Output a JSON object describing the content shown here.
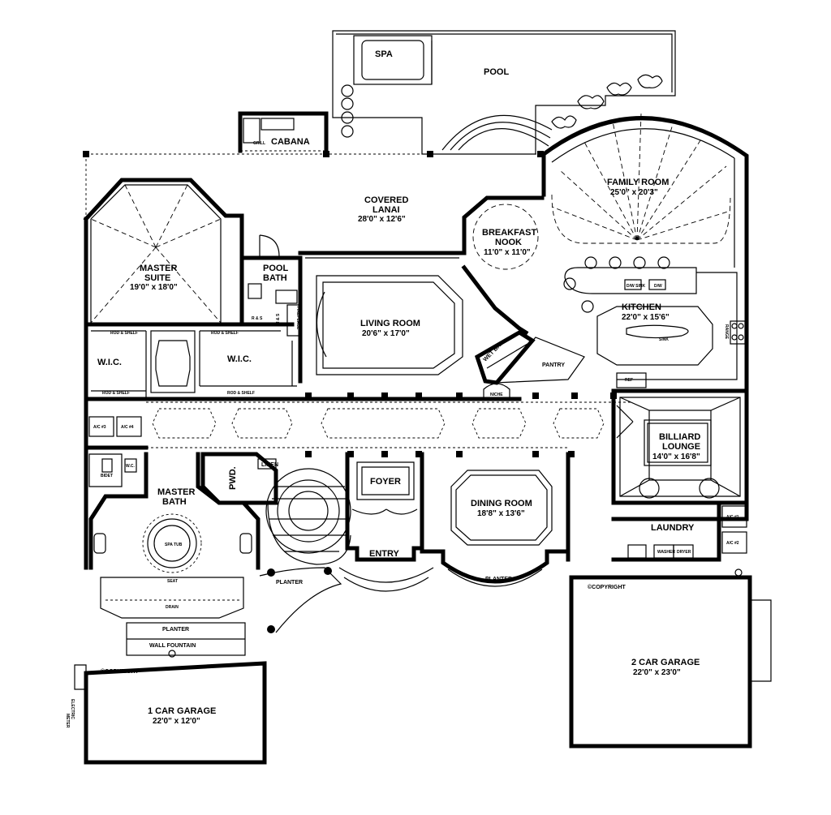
{
  "rooms": {
    "spa": {
      "label": "SPA"
    },
    "pool": {
      "label": "POOL"
    },
    "cabana": {
      "label": "CABANA"
    },
    "covered_lanai": {
      "line1": "COVERED",
      "line2": "LANAI",
      "dim": "28'0\" x 12'6\""
    },
    "family_room": {
      "label": "FAMILY ROOM",
      "dim": "25'0\" x 20'3\""
    },
    "breakfast_nook": {
      "line1": "BREAKFAST",
      "line2": "NOOK",
      "dim": "11'0\" x 11'0\""
    },
    "master_suite": {
      "line1": "MASTER",
      "line2": "SUITE",
      "dim": "19'0\" x 18'0\""
    },
    "pool_bath": {
      "line1": "POOL",
      "line2": "BATH"
    },
    "living_room": {
      "label": "LIVING ROOM",
      "dim": "20'6\" x 17'0\""
    },
    "kitchen": {
      "label": "KITCHEN",
      "dim": "22'0\" x 15'6\""
    },
    "wic_left": {
      "label": "W.I.C."
    },
    "wic_right": {
      "label": "W.I.C."
    },
    "wet_bar": {
      "label": "WET BAR"
    },
    "pantry": {
      "label": "PANTRY"
    },
    "billiard_lounge": {
      "line1": "BILLIARD",
      "line2": "LOUNGE",
      "dim": "14'0\" x 16'8\""
    },
    "master_bath": {
      "line1": "MASTER",
      "line2": "BATH"
    },
    "pwd": {
      "label": "PWD."
    },
    "linen": {
      "label": "LINEN"
    },
    "foyer": {
      "label": "FOYER"
    },
    "dining_room": {
      "label": "DINING ROOM",
      "dim": "18'8\" x 13'6\""
    },
    "laundry": {
      "label": "LAUNDRY"
    },
    "entry": {
      "label": "ENTRY"
    },
    "planter_left": {
      "label": "PLANTER"
    },
    "planter_center": {
      "label": "PLANTER"
    },
    "planter_bath": {
      "label": "PLANTER"
    },
    "wall_fountain": {
      "label": "WALL FOUNTAIN"
    },
    "garage_1": {
      "label": "1 CAR GARAGE",
      "dim": "22'0\" x 12'0\""
    },
    "garage_2": {
      "label": "2 CAR GARAGE",
      "dim": "22'0\" x 23'0\""
    }
  },
  "fixtures": {
    "grill": "GRILL",
    "fireplace": "FIREPLACE",
    "niche": "NICHE",
    "ref": "REF",
    "range": "RANGE",
    "dw_sink": "D/W SINK",
    "dw": "D/W",
    "sink": "SINK",
    "rod_shelf": "ROD & SHELF",
    "rs": "R & S",
    "ac3": "A/C #3",
    "ac4": "A/C #4",
    "ac1": "A/C #1",
    "ac2": "A/C #2",
    "bidet": "BIDET",
    "wc": "W.C.",
    "spa_tub": "SPA TUB",
    "seat": "SEAT",
    "drain": "DRAIN",
    "washer": "WASHER",
    "dryer": "DRYER",
    "electric_meter_1": "ELECTRIC",
    "electric_meter_2": "METER"
  },
  "copyright_left": "©COPYRIGHT",
  "copyright_right": "©COPYRIGHT"
}
